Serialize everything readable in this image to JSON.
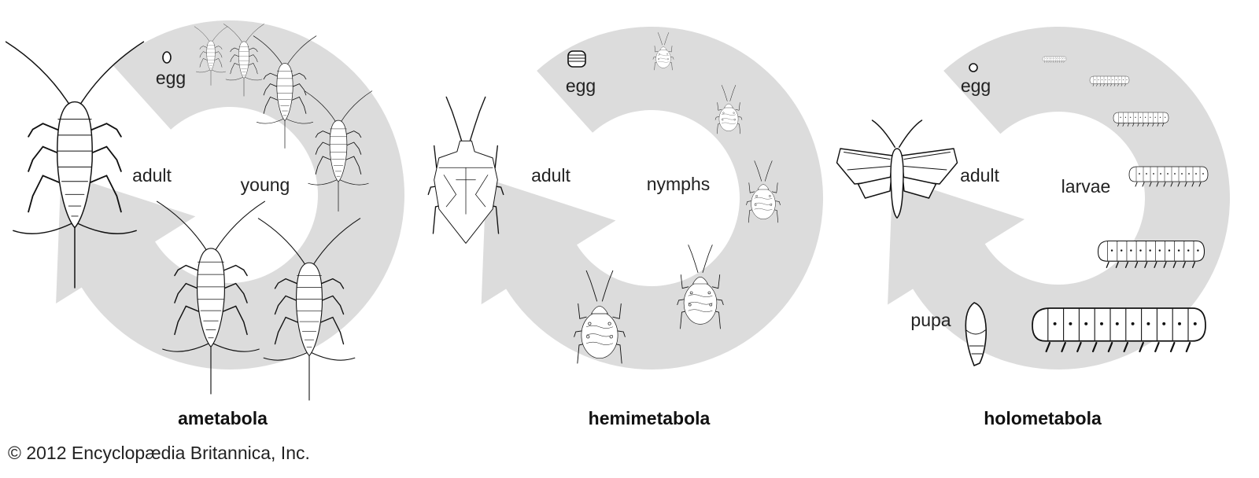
{
  "colors": {
    "ring": "#dcdcdc",
    "ink": "#111111"
  },
  "panels": [
    {
      "title": "ametabola",
      "labels": {
        "egg": "egg",
        "adult": "adult",
        "stage": "young"
      }
    },
    {
      "title": "hemimetabola",
      "labels": {
        "egg": "egg",
        "adult": "adult",
        "stage": "nymphs"
      }
    },
    {
      "title": "holometabola",
      "labels": {
        "egg": "egg",
        "adult": "adult",
        "stage": "larvae",
        "pupa": "pupa"
      }
    }
  ],
  "copyright": "© 2012 Encyclopædia Britannica, Inc."
}
